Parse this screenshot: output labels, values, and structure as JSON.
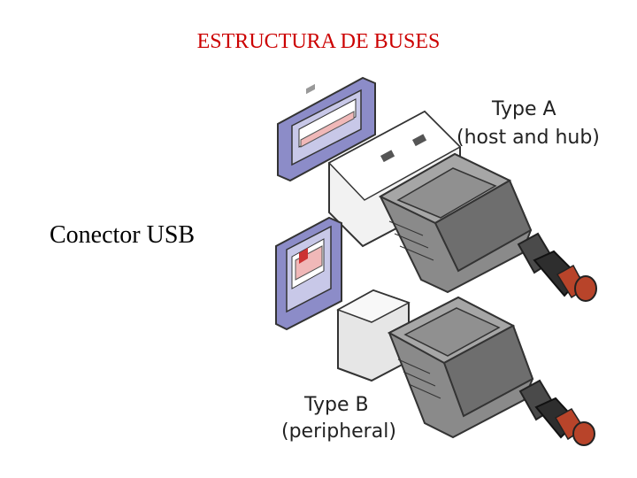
{
  "slide": {
    "title": "ESTRUCTURA DE BUSES",
    "subtitle_label": "Conector USB"
  },
  "connectors": {
    "type_a": {
      "label": "Type A",
      "sublabel": "(host and hub)"
    },
    "type_b": {
      "label": "Type B",
      "sublabel": "(peripheral)"
    }
  },
  "colors": {
    "title": "#cc0000",
    "socket_frame": "#8c8cc8",
    "plug_body": "#7a7a7a",
    "cable_tip": "#b8442a"
  }
}
